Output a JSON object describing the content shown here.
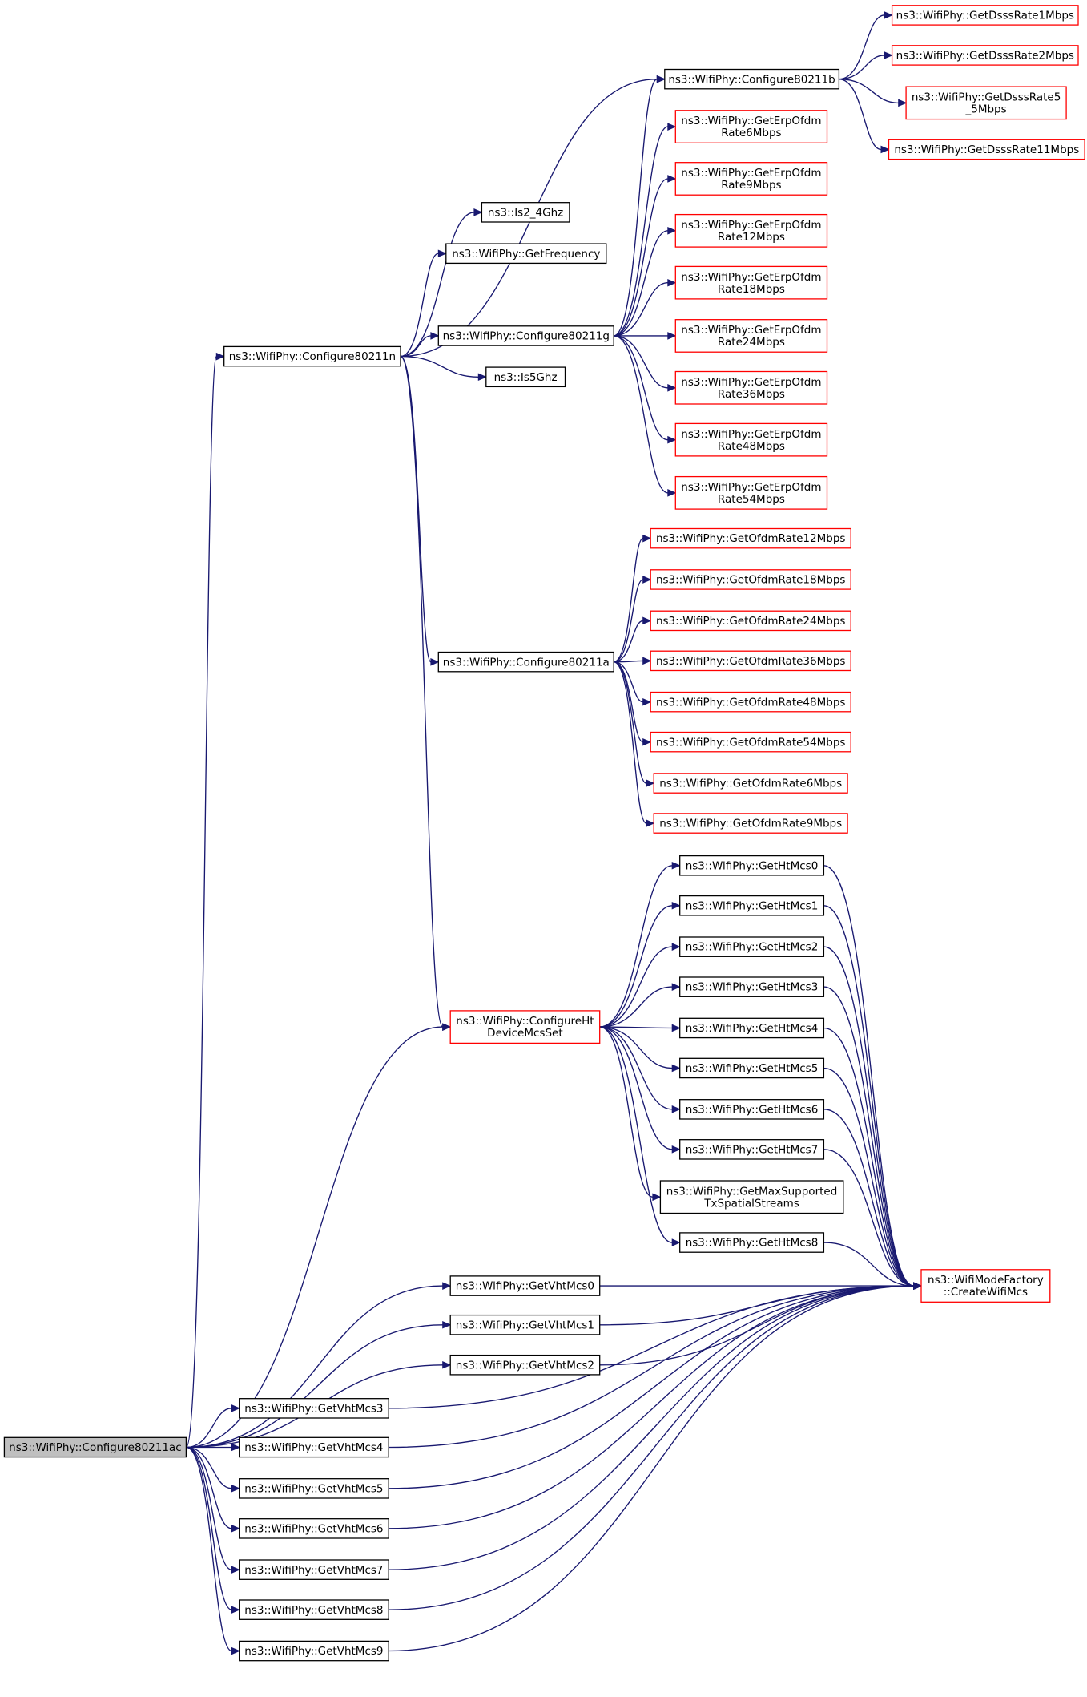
{
  "colors": {
    "edge": "#191970",
    "border_default": "#000000",
    "border_truncated": "#ff0000",
    "fill_root": "#bfbfbf",
    "fill_default": "#ffffff"
  },
  "nodes": [
    {
      "id": "c11ac",
      "lines": [
        "ns3::WifiPhy::Configure80211ac"
      ],
      "style": "root"
    },
    {
      "id": "c11n",
      "lines": [
        "ns3::WifiPhy::Configure80211n"
      ],
      "style": "normal"
    },
    {
      "id": "is24",
      "lines": [
        "ns3::Is2_4Ghz"
      ],
      "style": "normal"
    },
    {
      "id": "getfreq",
      "lines": [
        "ns3::WifiPhy::GetFrequency"
      ],
      "style": "normal"
    },
    {
      "id": "c11g",
      "lines": [
        "ns3::WifiPhy::Configure80211g"
      ],
      "style": "normal"
    },
    {
      "id": "is5",
      "lines": [
        "ns3::Is5Ghz"
      ],
      "style": "normal"
    },
    {
      "id": "c11b",
      "lines": [
        "ns3::WifiPhy::Configure80211b"
      ],
      "style": "normal"
    },
    {
      "id": "dsss1",
      "lines": [
        "ns3::WifiPhy::GetDsssRate1Mbps"
      ],
      "style": "truncated"
    },
    {
      "id": "dsss2",
      "lines": [
        "ns3::WifiPhy::GetDsssRate2Mbps"
      ],
      "style": "truncated"
    },
    {
      "id": "dsss55",
      "lines": [
        "ns3::WifiPhy::GetDsssRate5",
        "_5Mbps"
      ],
      "style": "truncated"
    },
    {
      "id": "dsss11",
      "lines": [
        "ns3::WifiPhy::GetDsssRate11Mbps"
      ],
      "style": "truncated"
    },
    {
      "id": "erp6",
      "lines": [
        "ns3::WifiPhy::GetErpOfdm",
        "Rate6Mbps"
      ],
      "style": "truncated"
    },
    {
      "id": "erp9",
      "lines": [
        "ns3::WifiPhy::GetErpOfdm",
        "Rate9Mbps"
      ],
      "style": "truncated"
    },
    {
      "id": "erp12",
      "lines": [
        "ns3::WifiPhy::GetErpOfdm",
        "Rate12Mbps"
      ],
      "style": "truncated"
    },
    {
      "id": "erp18",
      "lines": [
        "ns3::WifiPhy::GetErpOfdm",
        "Rate18Mbps"
      ],
      "style": "truncated"
    },
    {
      "id": "erp24",
      "lines": [
        "ns3::WifiPhy::GetErpOfdm",
        "Rate24Mbps"
      ],
      "style": "truncated"
    },
    {
      "id": "erp36",
      "lines": [
        "ns3::WifiPhy::GetErpOfdm",
        "Rate36Mbps"
      ],
      "style": "truncated"
    },
    {
      "id": "erp48",
      "lines": [
        "ns3::WifiPhy::GetErpOfdm",
        "Rate48Mbps"
      ],
      "style": "truncated"
    },
    {
      "id": "erp54",
      "lines": [
        "ns3::WifiPhy::GetErpOfdm",
        "Rate54Mbps"
      ],
      "style": "truncated"
    },
    {
      "id": "c11a",
      "lines": [
        "ns3::WifiPhy::Configure80211a"
      ],
      "style": "normal"
    },
    {
      "id": "ofdm12",
      "lines": [
        "ns3::WifiPhy::GetOfdmRate12Mbps"
      ],
      "style": "truncated"
    },
    {
      "id": "ofdm18",
      "lines": [
        "ns3::WifiPhy::GetOfdmRate18Mbps"
      ],
      "style": "truncated"
    },
    {
      "id": "ofdm24",
      "lines": [
        "ns3::WifiPhy::GetOfdmRate24Mbps"
      ],
      "style": "truncated"
    },
    {
      "id": "ofdm36",
      "lines": [
        "ns3::WifiPhy::GetOfdmRate36Mbps"
      ],
      "style": "truncated"
    },
    {
      "id": "ofdm48",
      "lines": [
        "ns3::WifiPhy::GetOfdmRate48Mbps"
      ],
      "style": "truncated"
    },
    {
      "id": "ofdm54",
      "lines": [
        "ns3::WifiPhy::GetOfdmRate54Mbps"
      ],
      "style": "truncated"
    },
    {
      "id": "ofdm6",
      "lines": [
        "ns3::WifiPhy::GetOfdmRate6Mbps"
      ],
      "style": "truncated"
    },
    {
      "id": "ofdm9",
      "lines": [
        "ns3::WifiPhy::GetOfdmRate9Mbps"
      ],
      "style": "truncated"
    },
    {
      "id": "cht",
      "lines": [
        "ns3::WifiPhy::ConfigureHt",
        "DeviceMcsSet"
      ],
      "style": "truncated"
    },
    {
      "id": "ht0",
      "lines": [
        "ns3::WifiPhy::GetHtMcs0"
      ],
      "style": "normal"
    },
    {
      "id": "ht1",
      "lines": [
        "ns3::WifiPhy::GetHtMcs1"
      ],
      "style": "normal"
    },
    {
      "id": "ht2",
      "lines": [
        "ns3::WifiPhy::GetHtMcs2"
      ],
      "style": "normal"
    },
    {
      "id": "ht3",
      "lines": [
        "ns3::WifiPhy::GetHtMcs3"
      ],
      "style": "normal"
    },
    {
      "id": "ht4",
      "lines": [
        "ns3::WifiPhy::GetHtMcs4"
      ],
      "style": "normal"
    },
    {
      "id": "ht5",
      "lines": [
        "ns3::WifiPhy::GetHtMcs5"
      ],
      "style": "normal"
    },
    {
      "id": "ht6",
      "lines": [
        "ns3::WifiPhy::GetHtMcs6"
      ],
      "style": "normal"
    },
    {
      "id": "ht7",
      "lines": [
        "ns3::WifiPhy::GetHtMcs7"
      ],
      "style": "normal"
    },
    {
      "id": "maxtx",
      "lines": [
        "ns3::WifiPhy::GetMaxSupported",
        "TxSpatialStreams"
      ],
      "style": "normal"
    },
    {
      "id": "ht8",
      "lines": [
        "ns3::WifiPhy::GetHtMcs8"
      ],
      "style": "normal"
    },
    {
      "id": "factory",
      "lines": [
        "ns3::WifiModeFactory",
        "::CreateWifiMcs"
      ],
      "style": "truncated"
    },
    {
      "id": "vht0",
      "lines": [
        "ns3::WifiPhy::GetVhtMcs0"
      ],
      "style": "normal"
    },
    {
      "id": "vht1",
      "lines": [
        "ns3::WifiPhy::GetVhtMcs1"
      ],
      "style": "normal"
    },
    {
      "id": "vht2",
      "lines": [
        "ns3::WifiPhy::GetVhtMcs2"
      ],
      "style": "normal"
    },
    {
      "id": "vht3",
      "lines": [
        "ns3::WifiPhy::GetVhtMcs3"
      ],
      "style": "normal"
    },
    {
      "id": "vht4",
      "lines": [
        "ns3::WifiPhy::GetVhtMcs4"
      ],
      "style": "normal"
    },
    {
      "id": "vht5",
      "lines": [
        "ns3::WifiPhy::GetVhtMcs5"
      ],
      "style": "normal"
    },
    {
      "id": "vht6",
      "lines": [
        "ns3::WifiPhy::GetVhtMcs6"
      ],
      "style": "normal"
    },
    {
      "id": "vht7",
      "lines": [
        "ns3::WifiPhy::GetVhtMcs7"
      ],
      "style": "normal"
    },
    {
      "id": "vht8",
      "lines": [
        "ns3::WifiPhy::GetVhtMcs8"
      ],
      "style": "normal"
    },
    {
      "id": "vht9",
      "lines": [
        "ns3::WifiPhy::GetVhtMcs9"
      ],
      "style": "normal"
    }
  ],
  "edges": [
    [
      "c11ac",
      "c11n"
    ],
    [
      "c11ac",
      "cht"
    ],
    [
      "c11ac",
      "vht0"
    ],
    [
      "c11ac",
      "vht1"
    ],
    [
      "c11ac",
      "vht2"
    ],
    [
      "c11ac",
      "vht3"
    ],
    [
      "c11ac",
      "vht4"
    ],
    [
      "c11ac",
      "vht5"
    ],
    [
      "c11ac",
      "vht6"
    ],
    [
      "c11ac",
      "vht7"
    ],
    [
      "c11ac",
      "vht8"
    ],
    [
      "c11ac",
      "vht9"
    ],
    [
      "c11n",
      "is24"
    ],
    [
      "c11n",
      "getfreq"
    ],
    [
      "c11n",
      "c11b"
    ],
    [
      "c11n",
      "c11g"
    ],
    [
      "c11n",
      "is5"
    ],
    [
      "c11n",
      "c11a"
    ],
    [
      "c11n",
      "cht"
    ],
    [
      "c11b",
      "dsss1"
    ],
    [
      "c11b",
      "dsss2"
    ],
    [
      "c11b",
      "dsss55"
    ],
    [
      "c11b",
      "dsss11"
    ],
    [
      "c11g",
      "c11b"
    ],
    [
      "c11g",
      "erp6"
    ],
    [
      "c11g",
      "erp9"
    ],
    [
      "c11g",
      "erp12"
    ],
    [
      "c11g",
      "erp18"
    ],
    [
      "c11g",
      "erp24"
    ],
    [
      "c11g",
      "erp36"
    ],
    [
      "c11g",
      "erp48"
    ],
    [
      "c11g",
      "erp54"
    ],
    [
      "c11a",
      "ofdm12"
    ],
    [
      "c11a",
      "ofdm18"
    ],
    [
      "c11a",
      "ofdm24"
    ],
    [
      "c11a",
      "ofdm36"
    ],
    [
      "c11a",
      "ofdm48"
    ],
    [
      "c11a",
      "ofdm54"
    ],
    [
      "c11a",
      "ofdm6"
    ],
    [
      "c11a",
      "ofdm9"
    ],
    [
      "cht",
      "ht0"
    ],
    [
      "cht",
      "ht1"
    ],
    [
      "cht",
      "ht2"
    ],
    [
      "cht",
      "ht3"
    ],
    [
      "cht",
      "ht4"
    ],
    [
      "cht",
      "ht5"
    ],
    [
      "cht",
      "ht6"
    ],
    [
      "cht",
      "ht7"
    ],
    [
      "cht",
      "maxtx"
    ],
    [
      "cht",
      "ht8"
    ],
    [
      "ht0",
      "factory"
    ],
    [
      "ht1",
      "factory"
    ],
    [
      "ht2",
      "factory"
    ],
    [
      "ht3",
      "factory"
    ],
    [
      "ht4",
      "factory"
    ],
    [
      "ht5",
      "factory"
    ],
    [
      "ht6",
      "factory"
    ],
    [
      "ht7",
      "factory"
    ],
    [
      "ht8",
      "factory"
    ],
    [
      "vht0",
      "factory"
    ],
    [
      "vht1",
      "factory"
    ],
    [
      "vht2",
      "factory"
    ],
    [
      "vht3",
      "factory"
    ],
    [
      "vht4",
      "factory"
    ],
    [
      "vht5",
      "factory"
    ],
    [
      "vht6",
      "factory"
    ],
    [
      "vht7",
      "factory"
    ],
    [
      "vht8",
      "factory"
    ],
    [
      "vht9",
      "factory"
    ]
  ]
}
